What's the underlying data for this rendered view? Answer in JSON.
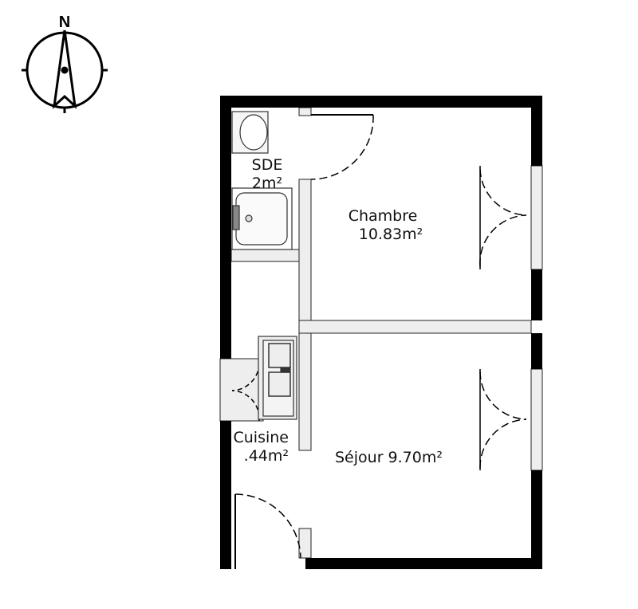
{
  "compass": {
    "north_label": "N"
  },
  "rooms": [
    {
      "id": "sde",
      "name": "SDE",
      "area": "2m²"
    },
    {
      "id": "chambre",
      "name": "Chambre",
      "area": "10.83m²"
    },
    {
      "id": "cuisine",
      "name": "Cuisine",
      "area": ".44m²"
    },
    {
      "id": "sejour",
      "name": "Séjour 9.70m²"
    }
  ],
  "colors": {
    "wall": "#000000",
    "partition": "#eeeeee",
    "line": "#222222"
  }
}
